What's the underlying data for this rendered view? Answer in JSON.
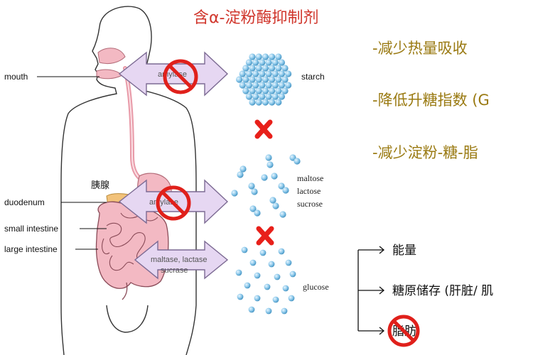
{
  "title": "含α-淀粉酶抑制剂",
  "body_labels": {
    "mouth": "mouth",
    "duodenum": "duodenum",
    "small_intestine": "small intestine",
    "large_intestine": "large intestine",
    "pancreas": "胰腺"
  },
  "enzymes": {
    "amylase_top": "amylase",
    "amylase_mid": "amylase",
    "maltase_line1": "maltase, lactase",
    "maltase_line2": "sucrase"
  },
  "substances": {
    "starch": "starch",
    "sugars_line1": "maltose",
    "sugars_line2": "lactose",
    "sugars_line3": "sucrose",
    "glucose": "glucose"
  },
  "benefits": [
    "-减少热量吸收",
    "-降低升糖指数 (G",
    "-减少淀粉-糖-脂"
  ],
  "outcomes": [
    "能量",
    "糖原储存 (肝脏/ 肌",
    "脂肪"
  ],
  "colors": {
    "title": "#d0352b",
    "benefit_text": "#9a7a12",
    "arrow_fill": "#e6d7f2",
    "arrow_stroke": "#7c6a93",
    "prohibition": "#e0201b",
    "cross": "#e8201a",
    "bead": "#6fb7df",
    "organ_pink": "#f3b9c3"
  }
}
